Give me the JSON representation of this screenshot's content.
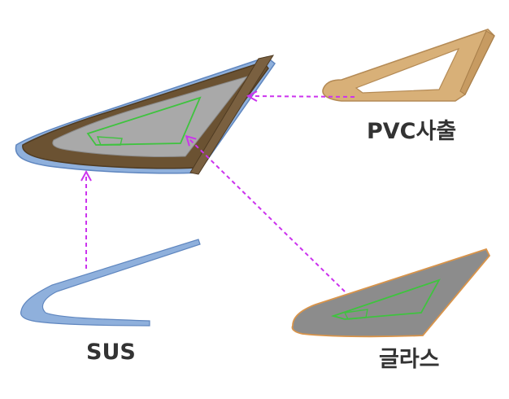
{
  "labels": {
    "pvc": "PVC사출",
    "sus": "SUS",
    "glass": "글라스"
  },
  "colors": {
    "arrow": "#cc33ee",
    "glass_fill": "#8c8c8c",
    "glass_edge": "#d9944a",
    "green_outline": "#3fc33f",
    "pvc_fill": "#d8b078",
    "pvc_edge": "#b48a55",
    "sus_fill": "#8fb0dc",
    "sus_edge": "#5f86bf",
    "assembly_frame": "#6b5232",
    "assembly_inner": "#aaaaaa"
  }
}
